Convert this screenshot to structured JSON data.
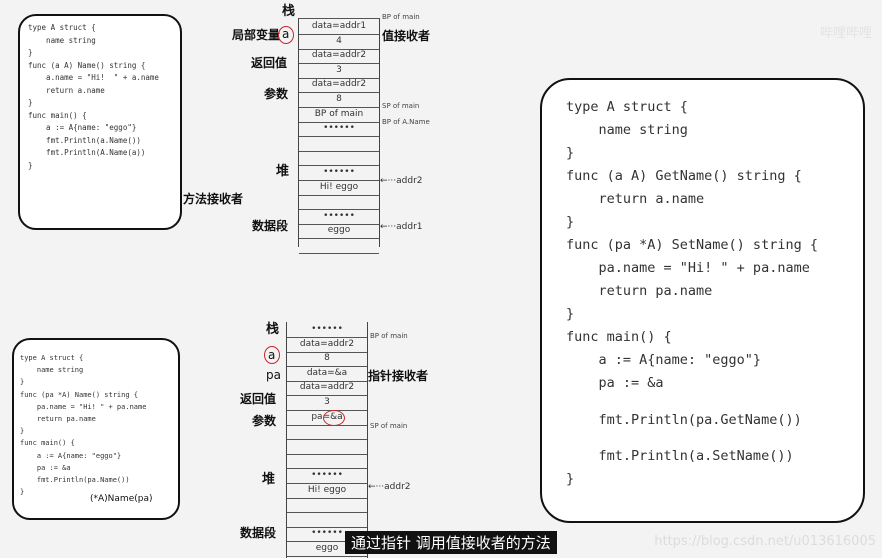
{
  "panel1": {
    "lines": [
      "type A struct {",
      "    name string",
      "}",
      "func (a A) Name() string {",
      "    a.name = \"Hi!  \" + a.name",
      "    return a.name",
      "}",
      "func main() {",
      "    a := A{name: \"eggo\"}",
      "    fmt.Println(a.Name())",
      "    fmt.Println(A.Name(a))",
      "}"
    ],
    "label": "方法接收者"
  },
  "stack1": {
    "title": "栈",
    "left_labels": {
      "local": "局部变量",
      "a": "a",
      "ret": "返回值",
      "param": "参数",
      "heap": "堆",
      "data": "数据段"
    },
    "right_labels": {
      "value_receiver": "值接收者",
      "bp_main": "BP of main",
      "sp_main": "SP of main",
      "bp_aname": "BP of A.Name"
    },
    "cells": [
      "data=addr1",
      "4",
      "data=addr2",
      "3",
      "data=addr2",
      "8",
      "BP of main",
      "••••••",
      "",
      "",
      "••••••",
      "Hi! eggo",
      "",
      "••••••",
      "eggo",
      ""
    ],
    "arrows": {
      "addr2": "addr2",
      "addr1": "addr1"
    }
  },
  "panel2": {
    "lines": [
      "type A struct {",
      "    name string",
      "}",
      "func (pa *A) Name() string {",
      "    pa.name = \"Hi! \" + pa.name",
      "    return pa.name",
      "}",
      "func main() {",
      "    a := A{name: \"eggo\"}",
      "    pa := &a",
      "    fmt.Println(pa.Name())",
      "}"
    ],
    "annotation": "(*A)Name(pa)"
  },
  "stack2": {
    "title": "栈",
    "left_labels": {
      "a": "a",
      "pa": "pa",
      "ret": "返回值",
      "param": "参数",
      "heap": "堆",
      "data": "数据段"
    },
    "right_labels": {
      "pointer_receiver": "指针接收者",
      "bp_main": "BP of main",
      "sp_main": "SP of main"
    },
    "cells": [
      "••••••",
      "data=addr2",
      "8",
      "data=&a",
      "data=addr2",
      "3",
      "pa=&a",
      "",
      "",
      "",
      "••••••",
      "Hi! eggo",
      "",
      "",
      "••••••",
      "eggo"
    ],
    "arrows": {
      "addr2": "addr2"
    }
  },
  "panel3": {
    "lines": [
      [
        "type A struct {"
      ],
      [
        "    name string"
      ],
      [
        "}"
      ],
      [
        "func (a A) GetName() string {"
      ],
      [
        "    return a.name"
      ],
      [
        "}"
      ],
      [
        "func (pa *A) SetName() string {"
      ],
      [
        "    pa.name = \"Hi! \" + pa.name"
      ],
      [
        "    return pa.name"
      ],
      [
        "}"
      ],
      [
        "func main() {"
      ],
      [
        "    a := A{name: \"eggo\"}"
      ],
      [
        "    pa := &a"
      ],
      [
        ""
      ],
      [
        "    fmt.Println(pa.GetName())"
      ],
      [
        ""
      ],
      [
        "    fmt.Println(a.SetName())"
      ],
      [
        "}"
      ]
    ]
  },
  "subtitle": "通过指针 调用值接收者的方法",
  "watermark": "https://blog.csdn.net/u013616005",
  "top_watermark": "哔哩哔哩"
}
